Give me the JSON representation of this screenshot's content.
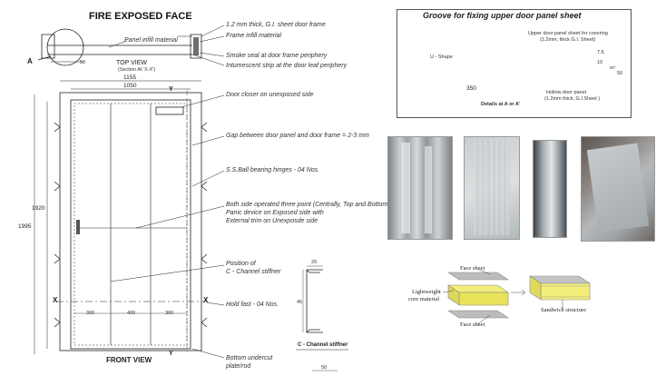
{
  "left": {
    "title": "FIRE EXPOSED FACE",
    "top_view_title": "TOP VIEW",
    "top_view_sub": "(Section At 'X-X')",
    "front_view_title": "FRONT VIEW",
    "channel_title": "C - Channel stiffner",
    "mark_a": "A",
    "mark_x": "X",
    "mark_y": "Y",
    "labels": {
      "panel_infill": "Panel infill material",
      "gi_frame": "1.2 mm thick, G.I. sheet door frame",
      "frame_infill": "Frame infill material",
      "smoke_seal": "Smoke seal at door frame periphery",
      "intumescent": "Intumescent strip at the door leaf periphery",
      "door_closer": "Door closer on unexposed side",
      "gap": "Gap between door panel and door frame = 2-3 mm",
      "hinges": "S.S.Ball bearing hinges - 04 Nos.",
      "three_point_1": "Both side operated three point (Centrally, Top and Bottom)",
      "three_point_2": "Panic device on Exposed side with",
      "three_point_3": "External trim on Unexposde side",
      "channel_pos_1": "Position of",
      "channel_pos_2": "C - Channel stiffner",
      "hold_fast": "Hold fast - 04 Nos.",
      "undercut_1": "Bottom undercut",
      "undercut_2": "plate/rod"
    },
    "dims": {
      "overall_width": "1155",
      "leaf_width": "1050",
      "overall_height": "1995",
      "leaf_height": "1920",
      "bay1": "300",
      "bay2": "400",
      "bay3": "300",
      "channel_top": "20",
      "channel_h": "45",
      "channel_bot": "50",
      "tv_50": "50"
    }
  },
  "groove": {
    "title": "Groove for fixing upper door panel sheet",
    "upper_label_1": "Upper door panel sheet for covering",
    "upper_label_2": "(1.2mm, thick G.I. Sheet)",
    "u_shape": "U - Shape",
    "d75": "7.5",
    "d10": "10",
    "d90": "90°",
    "d50": "50",
    "d350": "350",
    "hollow_1": "Hollow door panel",
    "hollow_2": "(1.2mm thick, G.I.Sheet )",
    "caption": "Details at A or A'"
  },
  "sandwich": {
    "face_top": "Face sheet",
    "core_1": "Lightweight",
    "core_2": "core material",
    "face_bottom": "Face sheet",
    "structure": "Sandwich structure"
  },
  "colors": {
    "line": "#222222",
    "core_yellow": "#f3ee7a",
    "sheet_grey": "#b7b7b7",
    "photo_grey": "#8e9498"
  }
}
